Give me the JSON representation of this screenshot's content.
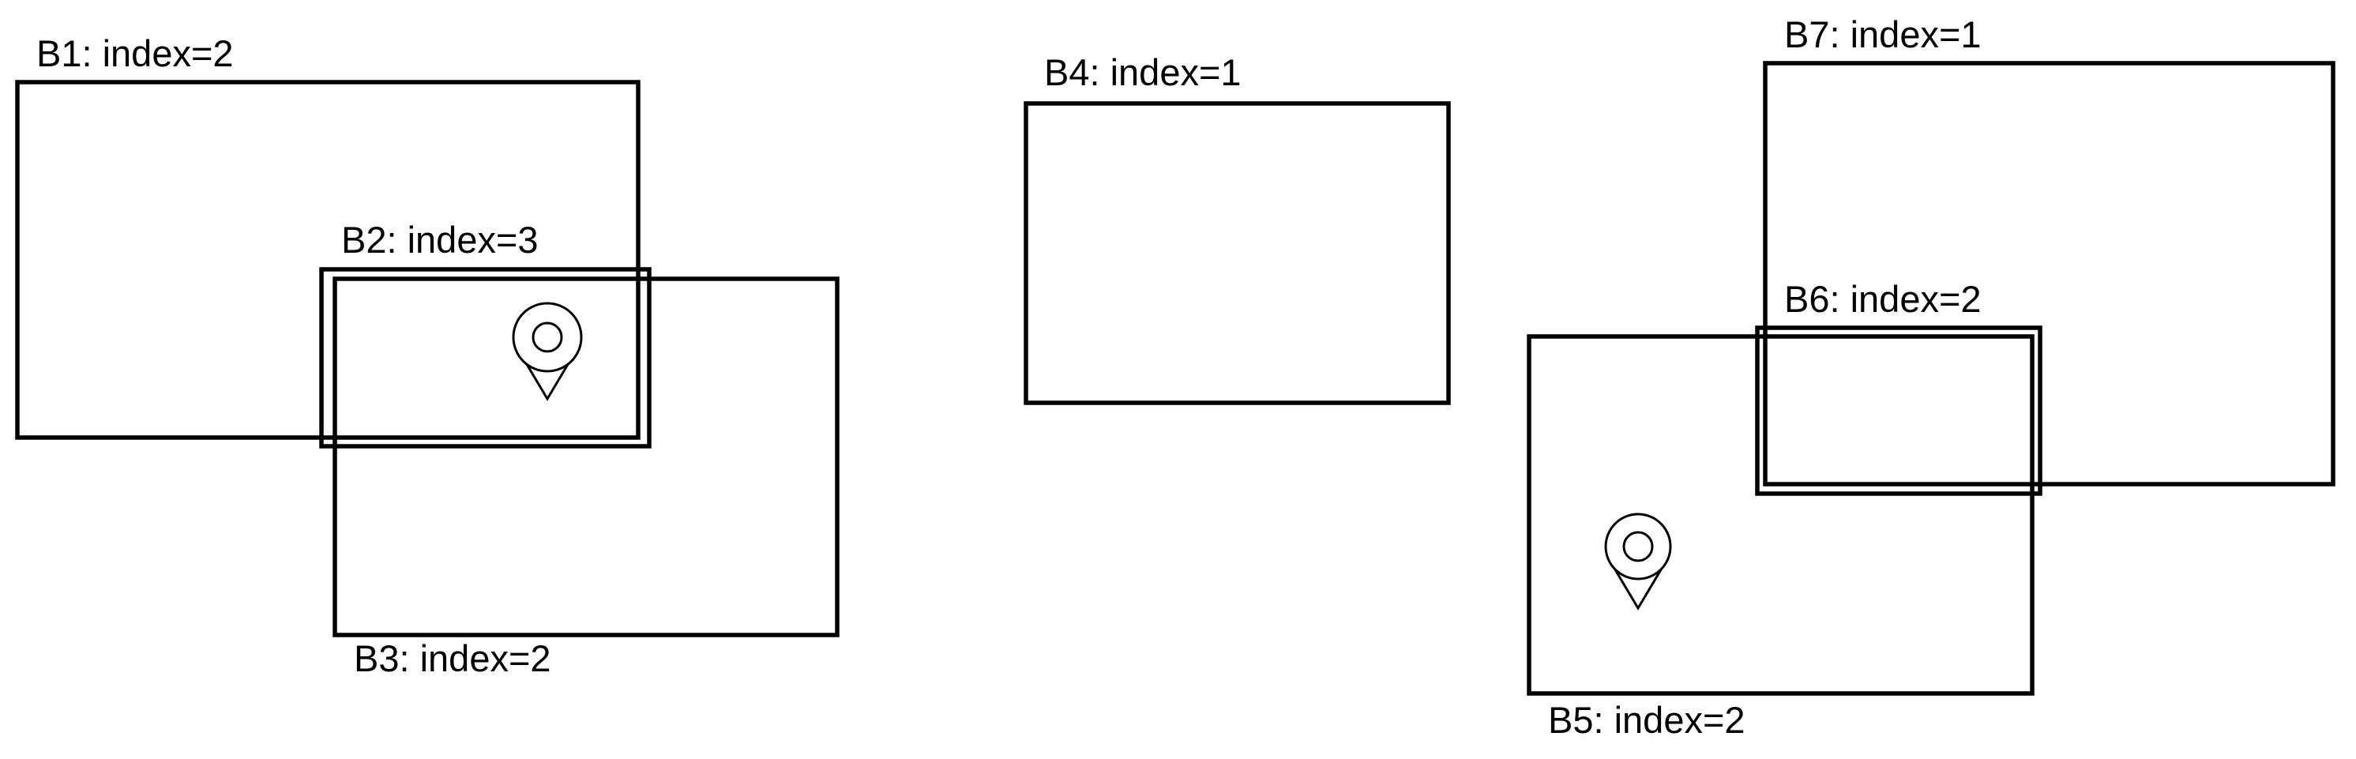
{
  "boxes": [
    {
      "id": "b1",
      "label": "B1: index=2"
    },
    {
      "id": "b2",
      "label": "B2: index=3"
    },
    {
      "id": "b3",
      "label": "B3: index=2"
    },
    {
      "id": "b4",
      "label": "B4: index=1"
    },
    {
      "id": "b5",
      "label": "B5: index=2"
    },
    {
      "id": "b6",
      "label": "B6: index=2"
    },
    {
      "id": "b7",
      "label": "B7: index=1"
    }
  ],
  "icons": {
    "pin": "location-pin-icon"
  }
}
